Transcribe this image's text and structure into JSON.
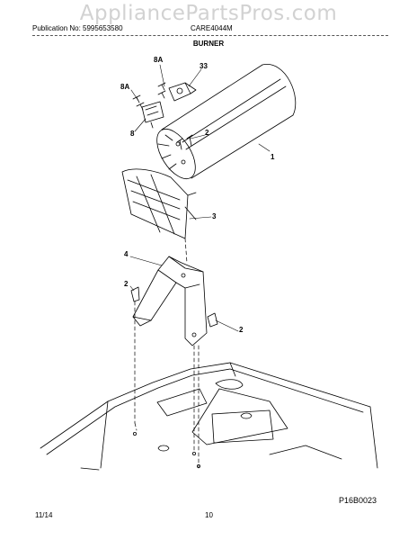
{
  "watermark": "AppliancePartsPros.com",
  "header": {
    "publication": "Publication No: 5995653580",
    "model": "CARE4044M",
    "title": "BURNER"
  },
  "callouts": {
    "c8a_top": "8A",
    "c33": "33",
    "c8a_left": "8A",
    "c8": "8",
    "c2_top": "2",
    "c1": "1",
    "c3": "3",
    "c4": "4",
    "c2_left": "2",
    "c2_right": "2"
  },
  "figure_code": "P16B0023",
  "footer": {
    "date": "11/14",
    "page": "10"
  }
}
